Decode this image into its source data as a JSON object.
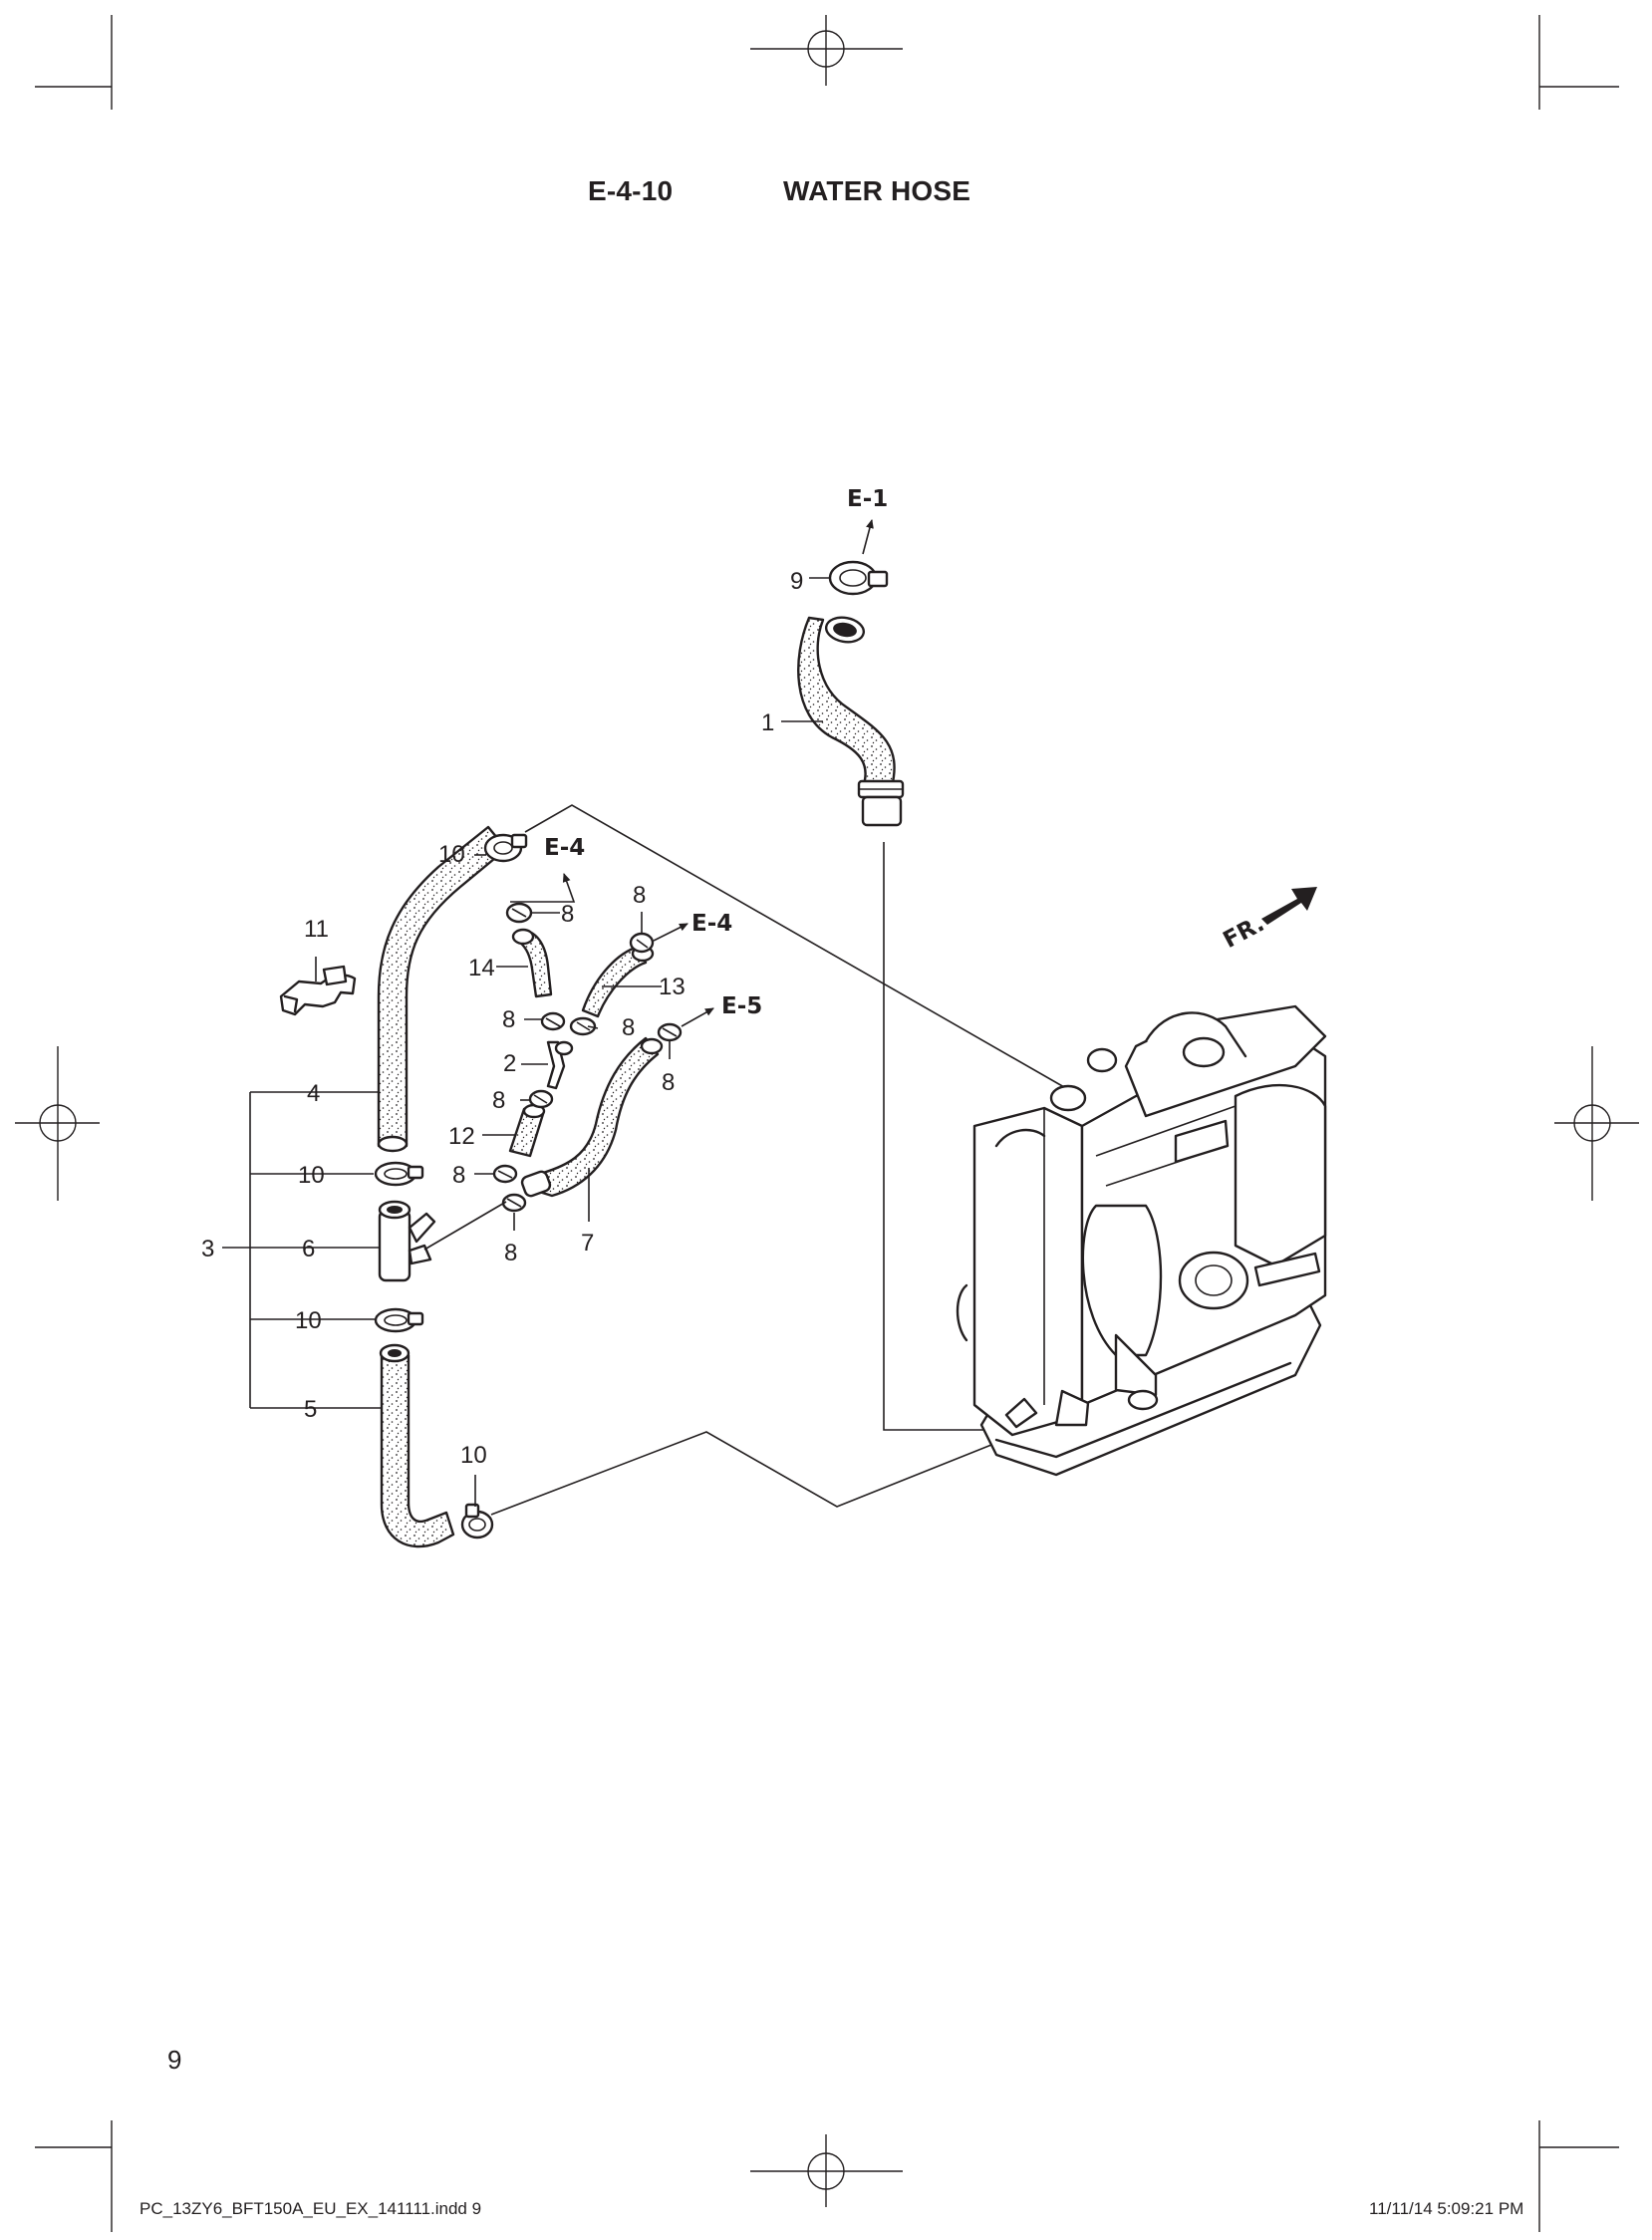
{
  "header": {
    "section_code": "E-4-10",
    "section_title": "WATER HOSE"
  },
  "refs": {
    "e1": "E-1",
    "e4_left": "E-4",
    "e4_right": "E-4",
    "e5": "E-5"
  },
  "callouts": {
    "p1": "1",
    "p2": "2",
    "p3": "3",
    "p4": "4",
    "p5": "5",
    "p6": "6",
    "p7": "7",
    "p8a": "8",
    "p8b": "8",
    "p8c": "8",
    "p8d": "8",
    "p8e": "8",
    "p8f": "8",
    "p8g": "8",
    "p8h": "8",
    "p9": "9",
    "p10a": "10",
    "p10b": "10",
    "p10c": "10",
    "p10d": "10",
    "p11": "11",
    "p12": "12",
    "p13": "13",
    "p14": "14"
  },
  "direction_label": "FR.",
  "page_number": "9",
  "slug": {
    "file": "PC_13ZY6_BFT150A_EU_EX_141111.indd   9",
    "date": "11/11/14   5:09:21 PM"
  }
}
